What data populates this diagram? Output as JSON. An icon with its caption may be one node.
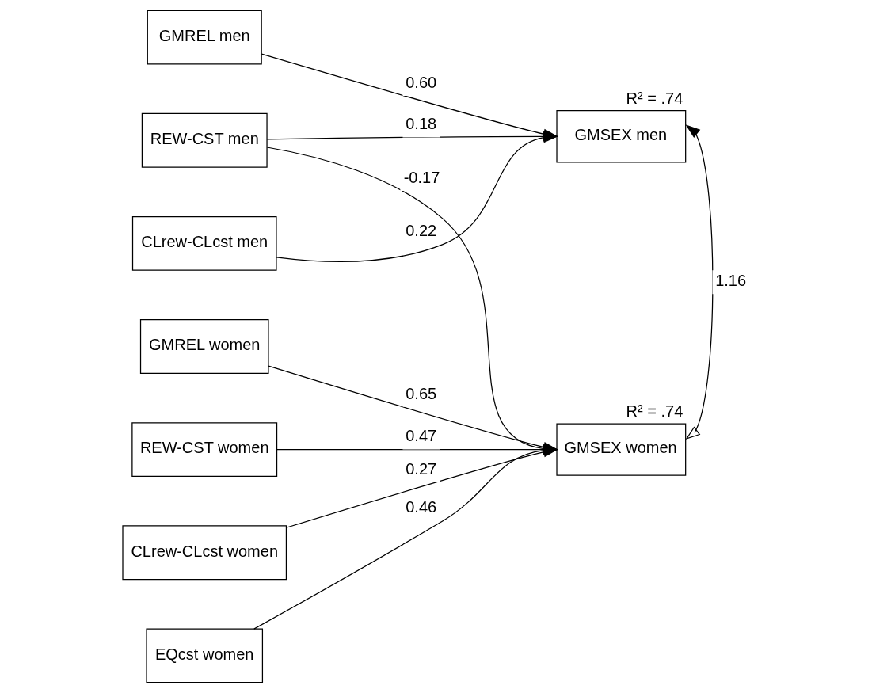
{
  "diagram": {
    "nodes": [
      {
        "text": [
          "GMREL men"
        ]
      },
      {
        "text": [
          "REW-CST men"
        ]
      },
      {
        "text": [
          "CLrew-CLcst men"
        ]
      },
      {
        "text": [
          "GMREL women"
        ]
      },
      {
        "text": [
          "REW-CST women"
        ]
      },
      {
        "text": [
          "CLrew-CLcst women"
        ]
      },
      {
        "text": [
          "EQcst women"
        ]
      },
      {
        "text": [
          "GMSEX men"
        ],
        "beside": [
          "R² = .74"
        ]
      },
      {
        "text": [
          "GMSEX women"
        ],
        "beside": [
          "R² = .74"
        ]
      }
    ],
    "edges": [
      {
        "from": 0,
        "to": 7,
        "arrow": "to",
        "label": "0.60"
      },
      {
        "from": 1,
        "to": 7,
        "arrow": "to",
        "label": "0.18"
      },
      {
        "from": 2,
        "to": 7,
        "arrow": "to",
        "label": "0.22"
      },
      {
        "from": 1,
        "to": 8,
        "arrow": "to",
        "label": "-0.17"
      },
      {
        "from": 3,
        "to": 8,
        "arrow": "to",
        "label": "0.65"
      },
      {
        "from": 4,
        "to": 8,
        "arrow": "to",
        "label": "0.47"
      },
      {
        "from": 5,
        "to": 8,
        "arrow": "to",
        "label": "0.27"
      },
      {
        "from": 6,
        "to": 8,
        "arrow": "to",
        "label": "0.46"
      },
      {
        "from": 7,
        "to": 8,
        "arrow": "both",
        "label": "1.16"
      }
    ]
  }
}
